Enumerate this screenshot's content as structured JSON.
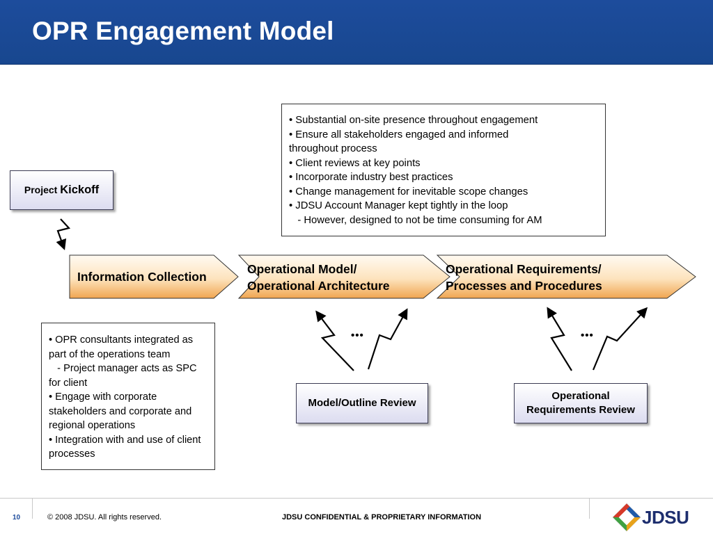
{
  "title": "OPR Engagement Model",
  "kickoff": {
    "small": "Project ",
    "big": "Kickoff"
  },
  "top_notes": [
    "• Substantial on-site presence throughout engagement",
    "• Ensure all stakeholders engaged and informed",
    "throughout process",
    "• Client reviews at key points",
    "• Incorporate industry best practices",
    "• Change management for inevitable scope changes",
    "• JDSU Account Manager kept tightly in the loop",
    "   - However, designed to not be time consuming for AM"
  ],
  "left_notes": [
    "• OPR consultants integrated as part of the operations team",
    "   - Project manager acts as SPC for client",
    "• Engage with corporate stakeholders and corporate and regional operations",
    "• Integration with and use of client processes"
  ],
  "phases": [
    {
      "line1": "Information Collection",
      "line2": ""
    },
    {
      "line1": "Operational Model/",
      "line2": "Operational Architecture"
    },
    {
      "line1": "Operational Requirements/",
      "line2": "Processes and Procedures"
    }
  ],
  "reviews": [
    {
      "line1": "Model/Outline Review",
      "line2": ""
    },
    {
      "line1": "Operational",
      "line2": "Requirements Review"
    }
  ],
  "ellipsis": "•••",
  "footer": {
    "page": "10",
    "copyright": "© 2008 JDSU. All rights reserved.",
    "confidential": "JDSU CONFIDENTIAL & PROPRIETARY INFORMATION",
    "logo": "JDSU"
  },
  "colors": {
    "title_bar": "#1d4c9c",
    "chevron_light": "#fff8ee",
    "chevron_dark": "#f0a550",
    "footer_page": "#1d4c9c"
  }
}
